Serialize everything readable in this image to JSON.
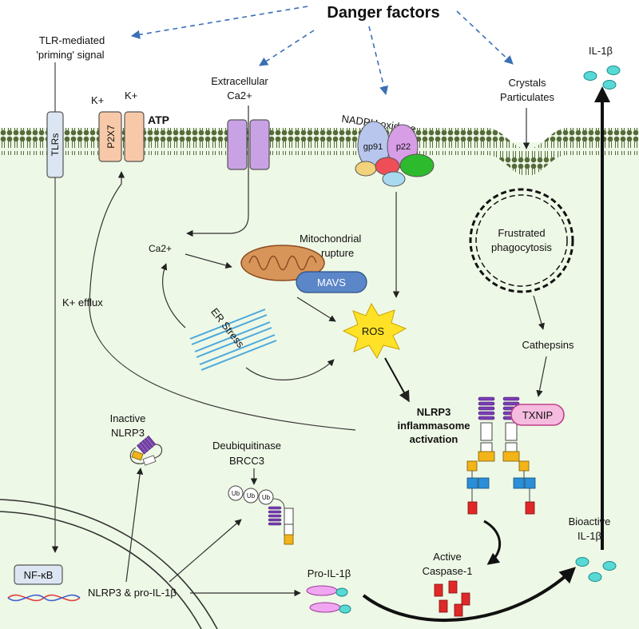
{
  "title": "Danger factors",
  "labels": {
    "tlr_signal_1": "TLR-mediated",
    "tlr_signal_2": "'priming' signal",
    "extracellular_1": "Extracellular",
    "extracellular_2": "Ca2+",
    "crystals_1": "Crystals",
    "crystals_2": "Particulates",
    "il1b_top": "IL-1β",
    "k_plus_left": "K+",
    "k_plus_right": "K+",
    "atp": "ATP",
    "tlrs": "TLRs",
    "p2x7": "P2X7",
    "nadph": "NADPH oxidase",
    "gp91": "gp91",
    "p22": "p22",
    "ca_inner": "Ca2+",
    "mito_1": "Mitochondrial",
    "mito_2": "rupture",
    "mavs": "MAVS",
    "frustrated_1": "Frustrated",
    "frustrated_2": "phagocytosis",
    "k_efflux": "K+ efflux",
    "er_stress": "ER Stress",
    "ros": "ROS",
    "cathepsins": "Cathepsins",
    "txnip": "TXNIP",
    "inactive_1": "Inactive",
    "inactive_2": "NLRP3",
    "deub_1": "Deubiquitinase",
    "deub_2": "BRCC3",
    "ub": "Ub",
    "nlrp3_act_1": "NLRP3",
    "nlrp3_act_2": "inflammasome",
    "nlrp3_act_3": "activation",
    "bioactive_1": "Bioactive",
    "bioactive_2": "IL-1β",
    "active_1": "Active",
    "active_2": "Caspase-1",
    "nfkb": "NF-κB",
    "nlrp3_pro": "NLRP3 & pro-IL-1β",
    "pro_il1b": "Pro-IL-1β"
  },
  "colors": {
    "arrow_blue": "#3b6fb6",
    "cytoplasm": "#eef8e6",
    "tlr_fill": "#dce6f2",
    "p2x7_fill": "#f7c9a8",
    "channel_fill": "#c9a2e6",
    "mavs_fill": "#5b86c8",
    "mito_fill": "#d8955a",
    "ros_fill": "#ffe227",
    "er_stroke": "#4aa8dc",
    "txnip_fill": "#f5bcdf",
    "caspase_red": "#e02828",
    "il1b_cyan": "#58d9d6",
    "pro_pink": "#f0a6f0",
    "purple": "#7a3cb6",
    "gold": "#f3b41a",
    "blue_block": "#2a8fd8"
  }
}
